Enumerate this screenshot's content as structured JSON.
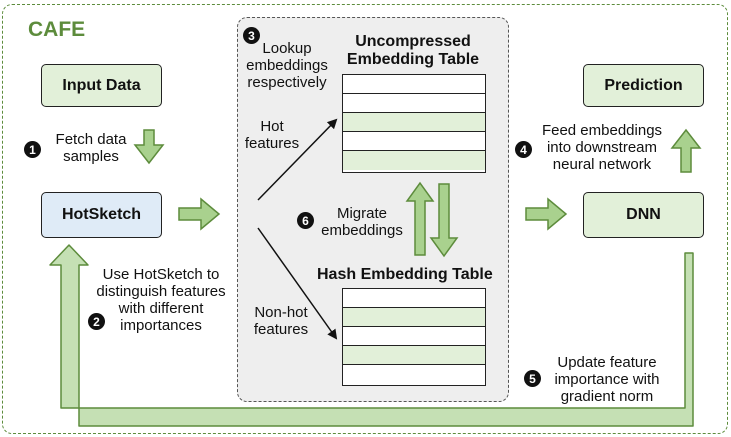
{
  "title": "CAFE",
  "boxes": {
    "input": "Input Data",
    "hotsketch": "HotSketch",
    "prediction": "Prediction",
    "dnn": "DNN"
  },
  "tables": {
    "uncompressed_line1": "Uncompressed",
    "uncompressed_line2": "Embedding Table",
    "hash": "Hash Embedding Table"
  },
  "labels": {
    "hot_1": "Hot",
    "hot_2": "features",
    "nonhot_1": "Non-hot",
    "nonhot_2": "features"
  },
  "steps": {
    "s1": {
      "num": "1",
      "line1": "Fetch data",
      "line2": "samples"
    },
    "s2": {
      "num": "2",
      "line1": "Use HotSketch to",
      "line2": "distinguish features",
      "line3": "with different",
      "line4": "importances"
    },
    "s3": {
      "num": "3",
      "line1": "Lookup",
      "line2": "embeddings",
      "line3": "respectively"
    },
    "s4": {
      "num": "4",
      "line1": "Feed embeddings",
      "line2": "into downstream",
      "line3": "neural network"
    },
    "s5": {
      "num": "5",
      "line1": "Update feature",
      "line2": "importance with",
      "line3": "gradient norm"
    },
    "s6": {
      "num": "6",
      "line1": "Migrate",
      "line2": "embeddings"
    }
  },
  "colors": {
    "green_fill": "#e2f0d9",
    "green_stroke": "#5d8c3c",
    "blue_fill": "#dfebf7",
    "title": "#5d8c3c"
  }
}
